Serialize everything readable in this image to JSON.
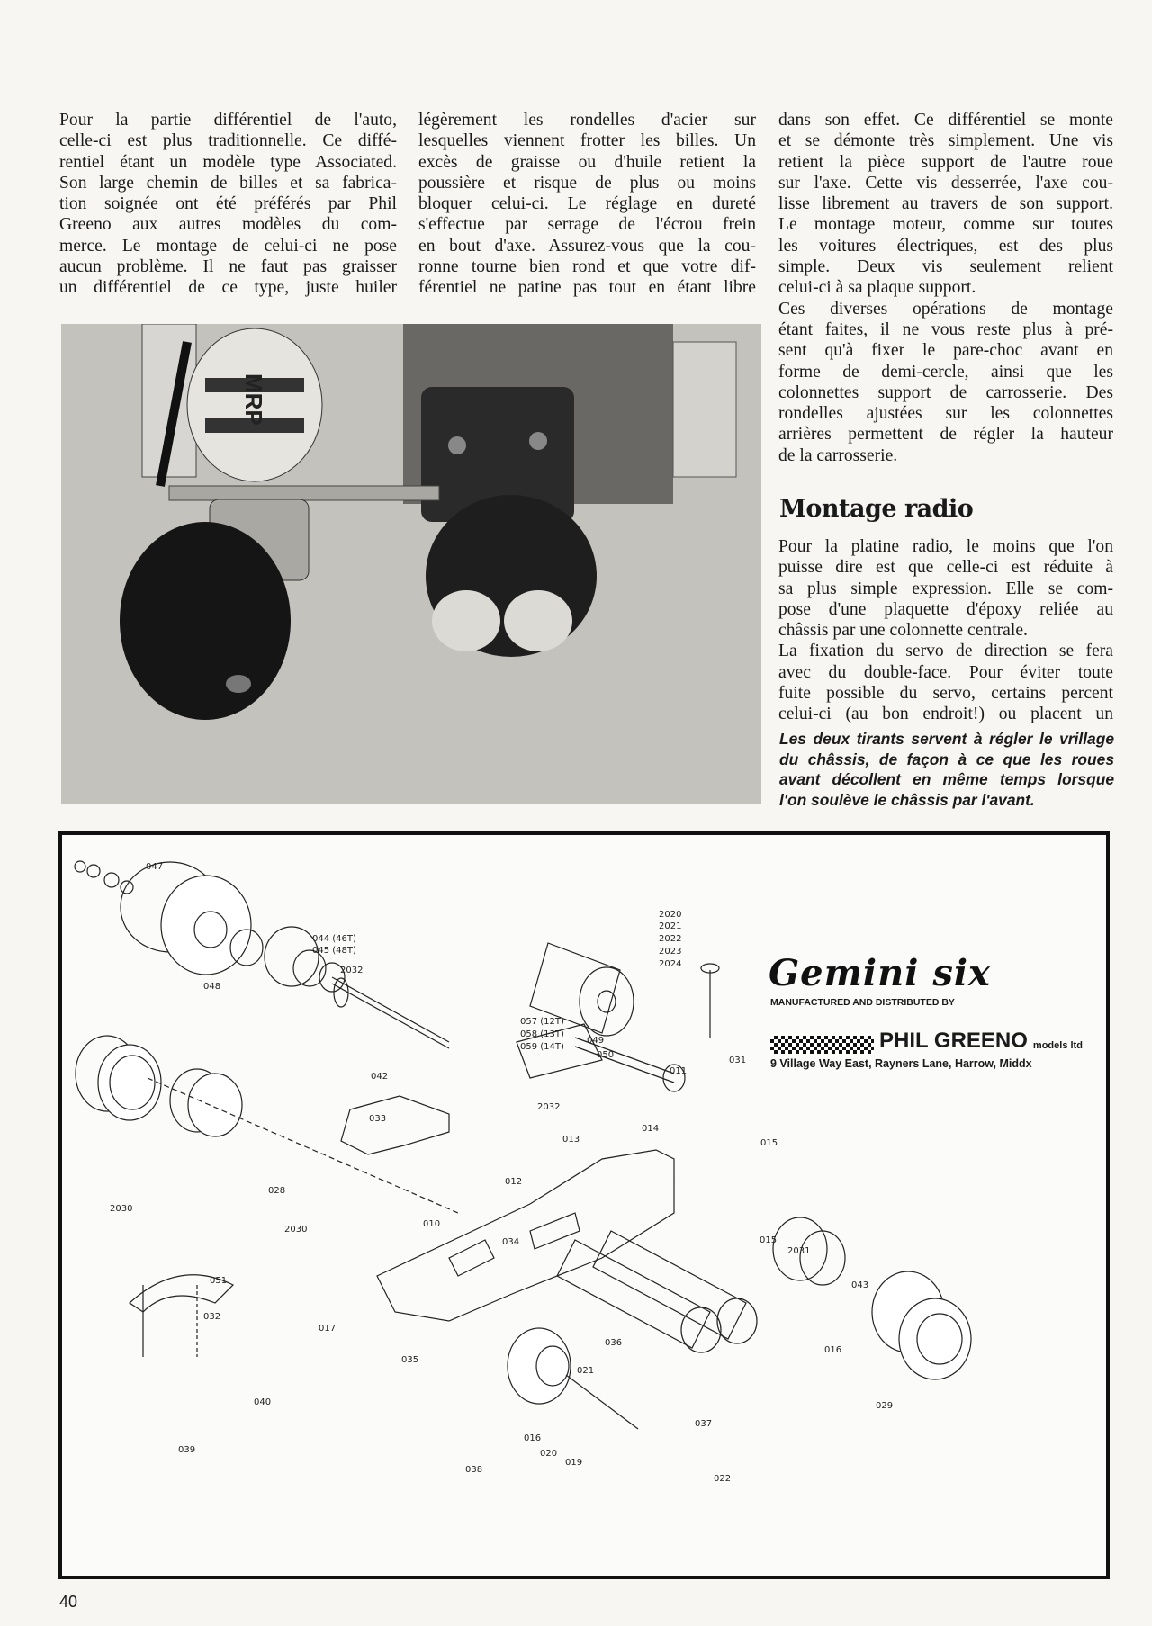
{
  "columns": {
    "col1": [
      "Pour la partie différentiel de l'auto,",
      "celle-ci est plus traditionnelle. Ce diffé-",
      "rentiel étant un modèle type Associated.",
      "Son large chemin de billes et sa fabrica-",
      "tion soignée ont été préférés par Phil",
      "Greeno aux autres modèles du com-",
      "merce. Le montage de celui-ci ne pose",
      "aucun problème. Il ne faut pas graisser",
      "un différentiel de ce type, juste huiler"
    ],
    "col2": [
      "légèrement les rondelles d'acier sur",
      "lesquelles viennent frotter les billes. Un",
      "excès de graisse ou d'huile retient la",
      "poussière et risque de plus ou moins",
      "bloquer celui-ci. Le réglage en dureté",
      "s'effectue par serrage de l'écrou frein",
      "en bout d'axe. Assurez-vous que la cou-",
      "ronne tourne bien rond et que votre dif-",
      "férentiel ne patine pas tout en étant libre"
    ],
    "col3": [
      "dans son effet. Ce différentiel se monte",
      "et se démonte très simplement. Une vis",
      "retient la pièce support de l'autre roue",
      "sur l'axe. Cette vis desserrée, l'axe cou-",
      "lisse librement au travers de son support.",
      "Le montage moteur, comme sur toutes",
      "les voitures électriques, est des plus",
      "simple. Deux vis seulement relient",
      "celui-ci à sa plaque support.",
      "Ces diverses opérations de montage",
      "étant faites, il ne vous reste plus à pré-",
      "sent qu'à fixer le pare-choc avant en",
      "forme de demi-cercle, ainsi que les",
      "colonnettes support de carrosserie. Des",
      "rondelles ajustées sur les colonnettes",
      "arrières permettent de régler la hauteur",
      "de la carrosserie."
    ],
    "heading": "Montage radio",
    "col3b": [
      "Pour la platine radio, le moins que l'on",
      "puisse dire est que celle-ci est réduite à",
      "sa plus simple expression. Elle se com-",
      "pose d'une plaquette d'époxy reliée au",
      "châssis par une colonnette centrale.",
      "La fixation du servo de direction se fera",
      "avec du double-face. Pour éviter toute",
      "fuite possible du servo, certains percent",
      "celui-ci (au bon endroit!) ou placent un"
    ]
  },
  "caption": [
    "Les deux tirants servent à régler le vrillage",
    "du châssis, de façon à ce que les roues",
    "avant décollent en même temps lorsque",
    "l'on soulève le châssis par l'avant."
  ],
  "photo": {
    "motor_label": "MRP"
  },
  "diagram": {
    "brand": "Gemini six",
    "brand_sub": "MANUFACTURED AND DISTRIBUTED BY",
    "company": "PHIL GREENO",
    "company_suffix": "models ltd",
    "address": "9 Village Way East, Rayners Lane, Harrow, Middx",
    "labels": [
      "047",
      "044 (46T)",
      "045 (48T)",
      "2032",
      "048",
      "2020",
      "2021",
      "2022",
      "2023",
      "2024",
      "057 (12T)",
      "058 (13T)",
      "059 (14T)",
      "049",
      "050",
      "011",
      "031",
      "042",
      "033",
      "2032",
      "014",
      "013",
      "015",
      "012",
      "028",
      "2030",
      "2030",
      "010",
      "034",
      "015",
      "2031",
      "043",
      "051",
      "032",
      "017",
      "016",
      "036",
      "035",
      "040",
      "021",
      "029",
      "037",
      "016",
      "039",
      "020",
      "019",
      "038",
      "022"
    ]
  },
  "page_number": "40"
}
